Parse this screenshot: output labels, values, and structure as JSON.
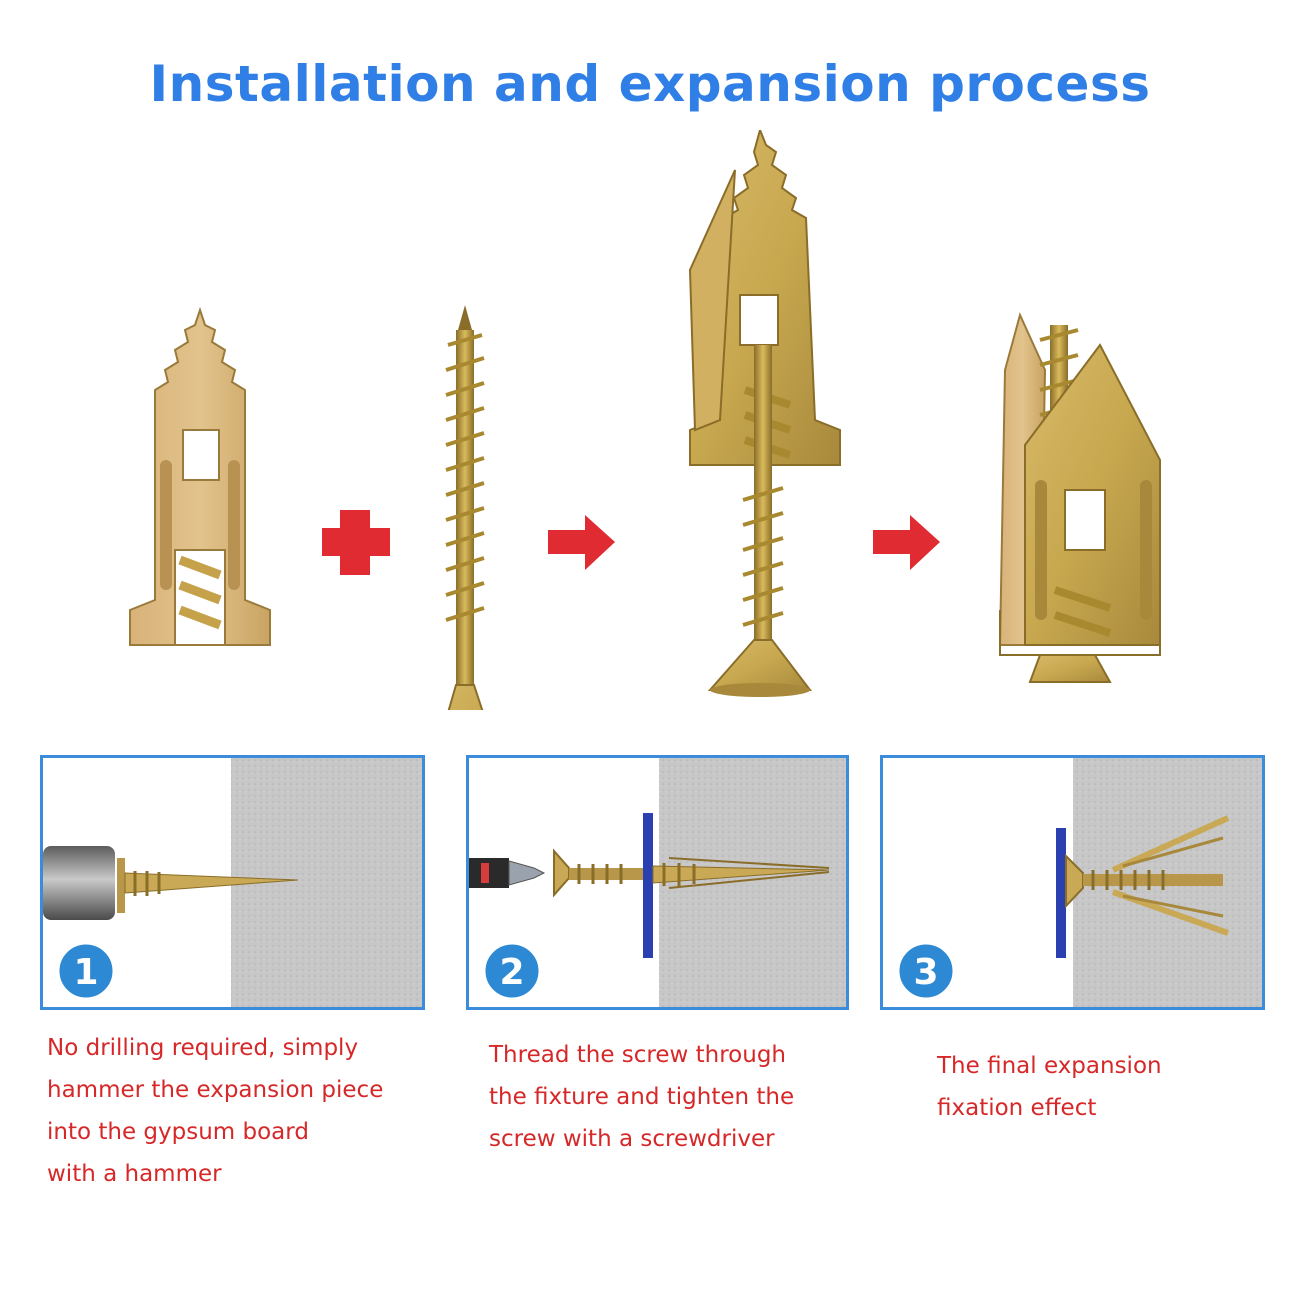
{
  "title": "Installation and expansion process",
  "colors": {
    "title": "#2f7fe6",
    "caption": "#d62828",
    "arrow": "#e02b33",
    "box_border": "#3b8ddb",
    "metal": "#c9a955",
    "wall": "#c8c8c8",
    "fixture": "#2a3fb0"
  },
  "steps": [
    {
      "number": "1",
      "caption_lines": [
        "No drilling required, simply",
        "hammer the expansion piece",
        "into the gypsum board",
        "with a hammer"
      ]
    },
    {
      "number": "2",
      "caption_lines": [
        "Thread the screw through",
        "the fixture and tighten the",
        "screw with a screwdriver"
      ]
    },
    {
      "number": "3",
      "caption_lines": [
        "The final expansion",
        "fixation effect"
      ]
    }
  ],
  "icons": {
    "plus": "plus-icon",
    "arrow": "arrow-right-icon"
  }
}
